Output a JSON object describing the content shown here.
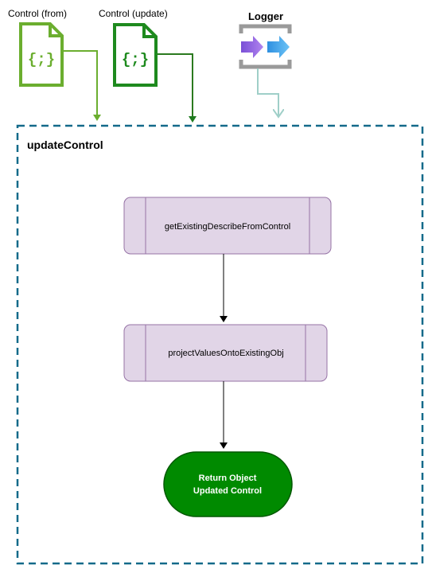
{
  "inputs": {
    "control_from": {
      "label": "Control (from)",
      "icon": "json-file-icon",
      "color": "#6bae2f"
    },
    "control_update": {
      "label": "Control (update)",
      "icon": "json-file-icon",
      "color": "#1e8a1e"
    },
    "logger": {
      "label": "Logger",
      "icon": "logger-icon",
      "arrow_color": "#9fcfc8"
    }
  },
  "container": {
    "title": "updateControl",
    "border_color": "#136a8a"
  },
  "steps": [
    {
      "label": "getExistingDescribeFromControl",
      "fill": "#e1d5e7",
      "stroke": "#9673a6"
    },
    {
      "label": "projectValuesOntoExistingObj",
      "fill": "#e1d5e7",
      "stroke": "#9673a6"
    }
  ],
  "terminal": {
    "line1": "Return Object",
    "line2": "Updated Control",
    "fill": "#008a00",
    "stroke": "#005700"
  }
}
